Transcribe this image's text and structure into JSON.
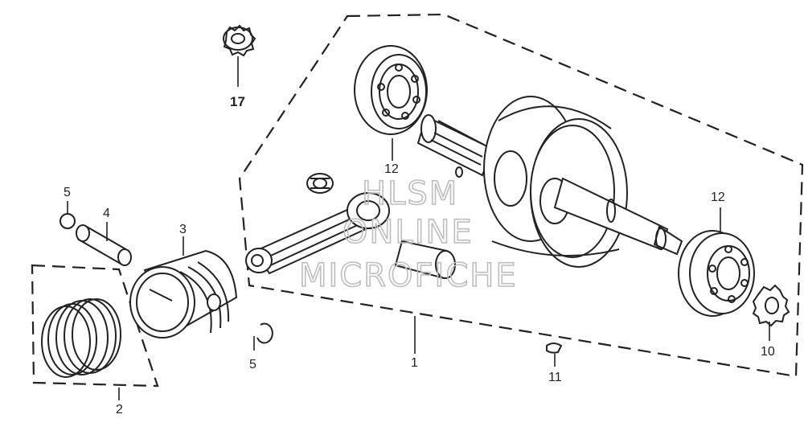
{
  "callouts": {
    "c1": "1",
    "c2": "2",
    "c3": "3",
    "c4": "4",
    "c5a": "5",
    "c5b": "5",
    "c10": "10",
    "c11": "11",
    "c12a": "12",
    "c12b": "12",
    "c17": "17"
  },
  "watermark": {
    "line1": "HLSM",
    "line2": "ONLINE",
    "line3": "MICROFICHE"
  }
}
